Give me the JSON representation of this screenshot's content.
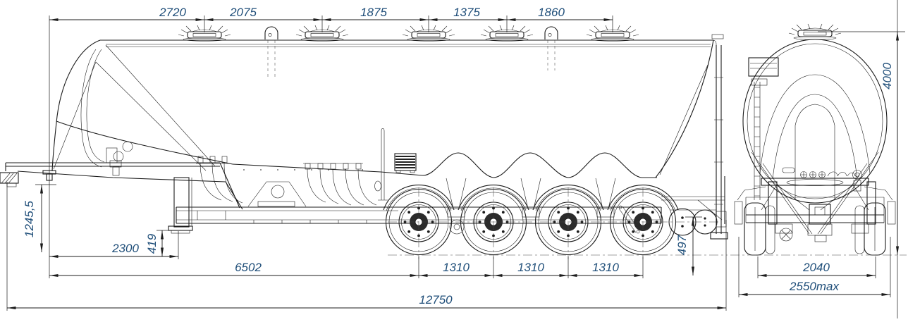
{
  "colors": {
    "line": "#1c1c1c",
    "dim_text": "#1f4e79",
    "background": "#ffffff"
  },
  "dimensions": {
    "top_chain": [
      "2720",
      "2075",
      "1875",
      "1375",
      "1860"
    ],
    "overall_length": "12750",
    "front_to_first_axle": "6502",
    "front_to_landing_gear": "2300",
    "axle_spacings": [
      "1310",
      "1310",
      "1310"
    ],
    "front_height": "1245,5",
    "landing_gear_clearance": "419",
    "rear_clearance": "497",
    "overall_height": "4000",
    "rear_track": "2040",
    "overall_width": "2550max"
  }
}
